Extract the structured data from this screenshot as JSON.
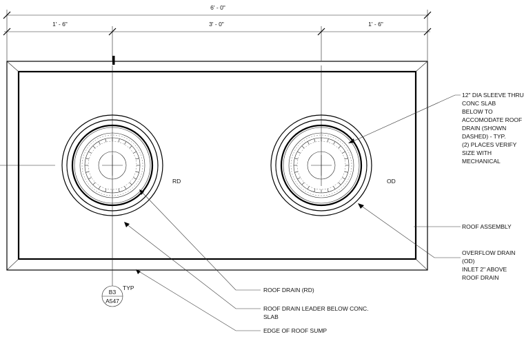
{
  "dimensions": {
    "overall": "6' - 0\"",
    "left": "1' - 6\"",
    "center": "3' - 0\"",
    "right": "1' - 6\""
  },
  "drain_labels": {
    "rd": "RD",
    "od": "OD"
  },
  "callout": {
    "detail": "B3",
    "sheet": "A547",
    "typ": "TYP"
  },
  "notes": {
    "sleeve": [
      "12\" DIA SLEEVE THRU",
      "CONC SLAB",
      "BELOW TO",
      "ACCOMODATE ROOF",
      "DRAIN (SHOWN",
      "DASHED) - TYP.",
      "(2) PLACES VERIFY",
      "SIZE WITH",
      "MECHANICAL"
    ],
    "roof_assembly": [
      "ROOF ASSEMBLY"
    ],
    "overflow": [
      "OVERFLOW DRAIN",
      "(OD)",
      "INLET 2\" ABOVE",
      "ROOF DRAIN"
    ],
    "roof_drain": [
      "ROOF DRAIN (RD)"
    ],
    "leader": [
      "ROOF DRAIN LEADER BELOW CONC.",
      "SLAB"
    ],
    "sump": [
      "EDGE OF ROOF SUMP"
    ]
  },
  "colors": {
    "line": "#000000",
    "background": "#ffffff"
  }
}
